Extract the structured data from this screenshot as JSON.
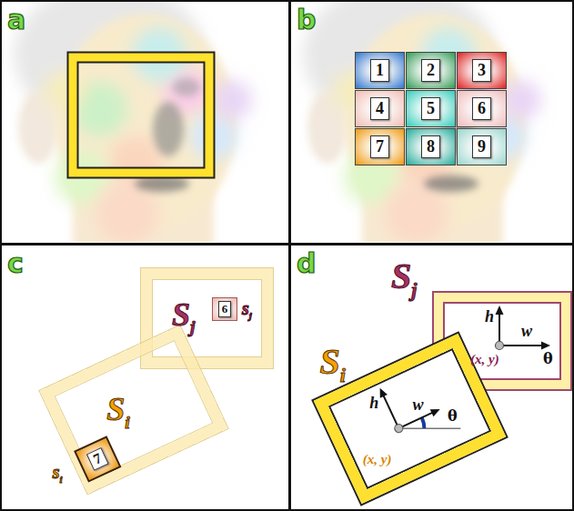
{
  "diagram": {
    "nodes": [
      {
        "text": [
          "a"
        ]
      },
      {
        "text": [
          "b"
        ]
      },
      {
        "text": [
          "c"
        ]
      },
      {
        "text": [
          "d"
        ]
      },
      {
        "text": [
          "1"
        ],
        "in": 1
      },
      {
        "text": [
          "2"
        ],
        "in": 1
      },
      {
        "text": [
          "3"
        ],
        "in": 1
      },
      {
        "text": [
          "4"
        ],
        "in": 1
      },
      {
        "text": [
          "5"
        ],
        "in": 1
      },
      {
        "text": [
          "6"
        ],
        "in": 1
      },
      {
        "text": [
          "7"
        ],
        "in": 1
      },
      {
        "text": [
          "8"
        ],
        "in": 1
      },
      {
        "text": [
          "9"
        ],
        "in": 1
      },
      {
        "text": [
          "Sj"
        ],
        "in": 2
      },
      {
        "text": [
          "6",
          "sj"
        ],
        "in": 13
      },
      {
        "text": [
          "Si"
        ],
        "in": 2
      },
      {
        "text": [
          "7",
          "si"
        ],
        "in": 15
      },
      {
        "text": [
          "Sj",
          "h",
          "w",
          "(x, y)",
          "θ"
        ],
        "in": 3
      },
      {
        "text": [
          "Si",
          "h",
          "w",
          "(x, y)",
          "θ"
        ],
        "in": 3
      }
    ]
  }
}
